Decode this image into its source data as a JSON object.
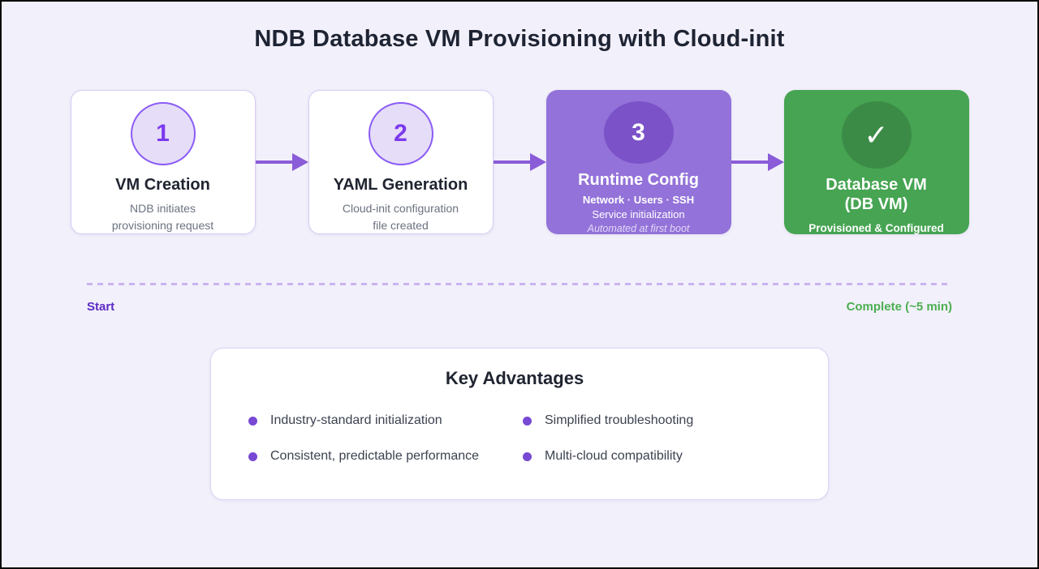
{
  "title": "NDB Database VM Provisioning with Cloud-init",
  "colors": {
    "accent_purple": "#7C3AED",
    "card_purple": "#9372D9",
    "card_green": "#46A452",
    "start_label": "#5B2AC2",
    "complete_label": "#4CAF50"
  },
  "steps": [
    {
      "number": "1",
      "title": "VM Creation",
      "desc_line1": "NDB initiates",
      "desc_line2": "provisioning request"
    },
    {
      "number": "2",
      "title": "YAML Generation",
      "desc_line1": "Cloud-init configuration",
      "desc_line2": "file created"
    },
    {
      "number": "3",
      "title": "Runtime Config",
      "line1": "Network · Users · SSH",
      "line2": "Service initialization",
      "italic_note": "Automated at first boot"
    },
    {
      "icon": "✓",
      "title_line1": "Database VM",
      "title_line2": "(DB VM)",
      "subtitle": "Provisioned & Configured"
    }
  ],
  "timeline": {
    "start_label": "Start",
    "end_label": "Complete (~5 min)"
  },
  "advantages": {
    "title": "Key Advantages",
    "items": [
      "Industry-standard initialization",
      "Simplified troubleshooting",
      "Consistent, predictable performance",
      "Multi-cloud compatibility"
    ]
  }
}
